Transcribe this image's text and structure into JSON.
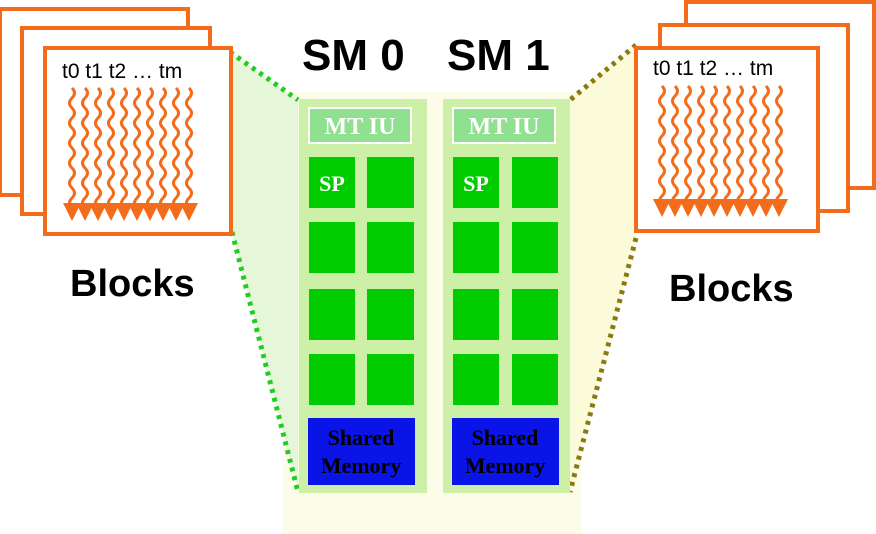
{
  "sm_titles": [
    "SM 0",
    "SM 1"
  ],
  "blocks_label": "Blocks",
  "thread_label": "t0 t1 t2 … tm",
  "mt_iu_label": "MT IU",
  "sp_label": "SP",
  "shared_memory_label": [
    "Shared",
    "Memory"
  ],
  "colors": {
    "block_border": "#f26c1c",
    "thread_arrow": "#f26c1c",
    "sm_panel": "#ccf0a8",
    "sp_core": "#00cc00",
    "mt_iu": "#8fe08f",
    "shared_memory": "#0a14e6",
    "left_funnel": "#e6f7d9",
    "right_funnel": "#fbfad9",
    "left_dots": "#22cc22",
    "right_dots": "#8a7a10",
    "backdrop": "#fdfce8"
  }
}
